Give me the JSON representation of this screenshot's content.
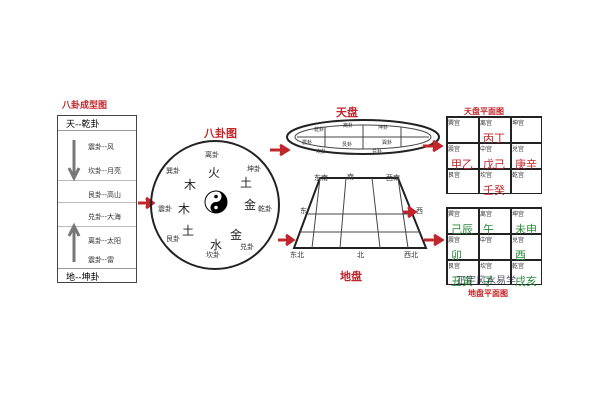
{
  "left_panel": {
    "title": "八卦成型图",
    "top": "天--乾卦",
    "rows": [
      "震卦--风",
      "坎卦--月亮",
      "艮卦--高山",
      "兑卦--大海",
      "离卦--太阳",
      "震卦--雷"
    ],
    "bottom": "地--坤卦"
  },
  "circle": {
    "title": "八卦图",
    "trigrams": [
      "离卦",
      "坤卦",
      "乾卦",
      "兑卦",
      "坎卦",
      "艮卦",
      "震卦",
      "巽卦"
    ],
    "elements": [
      "火",
      "土",
      "金",
      "水",
      "土",
      "木",
      "木",
      "金"
    ]
  },
  "sky_plate": {
    "title": "天盘",
    "cells": [
      "乾卦",
      "离卦",
      "坤卦",
      "震卦",
      "艮卦",
      "巽卦",
      "坎卦",
      "兑卦"
    ]
  },
  "earth_plate": {
    "title": "地盘",
    "directions": {
      "se": "东南",
      "s": "南",
      "sw": "西南",
      "e": "东",
      "w": "西",
      "ne": "东北",
      "n": "北",
      "nw": "西北"
    }
  },
  "sky_grid": {
    "title": "天盘平面图",
    "cells": [
      {
        "h": "巽宫",
        "c": ""
      },
      {
        "h": "离宫",
        "c": "丙丁"
      },
      {
        "h": "坤宫",
        "c": ""
      },
      {
        "h": "震宫",
        "c": "甲乙"
      },
      {
        "h": "中宫",
        "c": "戊己"
      },
      {
        "h": "兑宫",
        "c": "庚辛"
      },
      {
        "h": "艮宫",
        "c": ""
      },
      {
        "h": "坎宫",
        "c": "壬癸"
      },
      {
        "h": "乾宫",
        "c": ""
      }
    ]
  },
  "earth_grid": {
    "title": "地盘平面图",
    "cells": [
      {
        "h": "巽宫",
        "c": "己辰"
      },
      {
        "h": "离宫",
        "c": "午"
      },
      {
        "h": "坤宫",
        "c": "未申"
      },
      {
        "h": "震宫",
        "c": "卯"
      },
      {
        "h": "中宫",
        "c": ""
      },
      {
        "h": "兑宫",
        "c": "酉"
      },
      {
        "h": "艮宫",
        "c": "丑寅"
      },
      {
        "h": "坎宫",
        "c": "子"
      },
      {
        "h": "乾宫",
        "c": "戌亥"
      }
    ]
  },
  "watermark": "正宇风水易学"
}
